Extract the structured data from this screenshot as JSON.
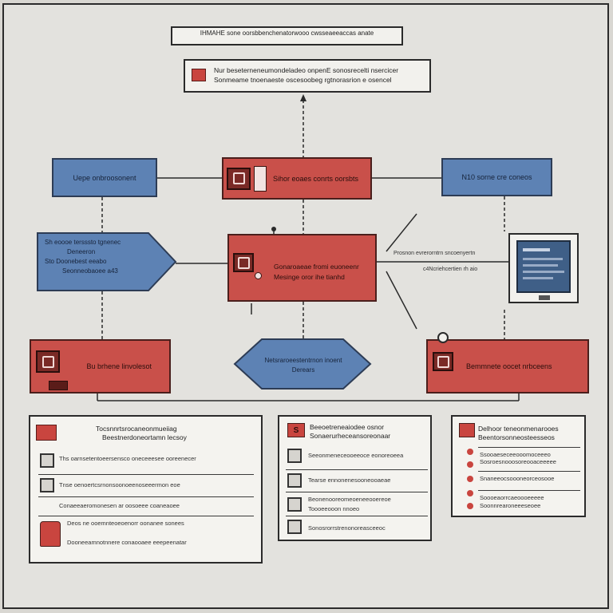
{
  "title": "IHMAHE sone oorsbbenchenatorwooo cwsseaeeaccas anate",
  "header": {
    "line1": "Nur beseterneneumondeladeo onpenE sonosrecelti nsercicer",
    "line2": "Sonmeame tnoenaeste oscesoobeg rgtnorasrion e osencel"
  },
  "nodes": {
    "top_left": "Uepe onbroosonent",
    "top_center": "Sihor eoaes conrts oorsbts",
    "top_right": "N10 sorne cre coneos",
    "mid_left": {
      "line1": "Sh  eoooe tersssto tgnenec",
      "line2": "Deneeron",
      "line3": "Sto  Doonebest eeabo",
      "line4": "Seonneobaoee a43"
    },
    "mid_center": {
      "line1": "Gonaroaeae fromi euoneenr",
      "line2": "Mesinge oror ihe tianhd"
    },
    "mid_right_line1": "Prosnon evrerorntrn sncoenyertn",
    "mid_right_line2": "c4Ncriehcertien rh aio",
    "bottom_left": "Bu brhene linvolesot",
    "bottom_center": {
      "line1": "Netsraroeestentrnon inoent",
      "line2": "Derears"
    },
    "bottom_right": "Bemmnete oocet nrbceens"
  },
  "panels": {
    "left": {
      "title1": "Tocsnnrtsrocaneonmueiiag",
      "title2": "Beestnerdoneortamn lecsoy",
      "rows": [
        "Ths oarnsetentoeersensco oneceeesee ooreenecer",
        "Tnse oenoertcsrnonsoonoeenoseeermon eoe",
        "Conaeeaeromonesen ar oosoeee coaneaoee",
        "Deos ne ooemnteoeoenorr oonanee sonees",
        "Dooneeamnotnnere conaooaee eeepeenatar"
      ]
    },
    "center": {
      "badge": "S",
      "title1": "Beeoetreneaiodee osnor",
      "title2": "Sonaerurheceansoreonaar",
      "rows": [
        "Seeonmeneceooeeoce eonoreoeea",
        "Tearse ennonenesooneooaeae",
        "Beonenooreomeoeneeooereoe",
        "Toooeeooon nnoeo",
        "Sonosrorrstrenonoreasceeoc"
      ]
    },
    "right": {
      "title1": "Delhoor teneonmenarooes",
      "title2": "Beentorsonneosteesseos",
      "rows": [
        "Ssooaeseceeooomoceeeo",
        "Sosroesnooosoreooaceeeee",
        "Snaneeocsoooneorceosooe",
        "Soooeaorrcaeoooeeeee",
        "Soonnrearoneeeseoee"
      ]
    }
  },
  "colors": {
    "blue": "#5d82b4",
    "red": "#c9504a",
    "panel": "#f4f3ef"
  }
}
